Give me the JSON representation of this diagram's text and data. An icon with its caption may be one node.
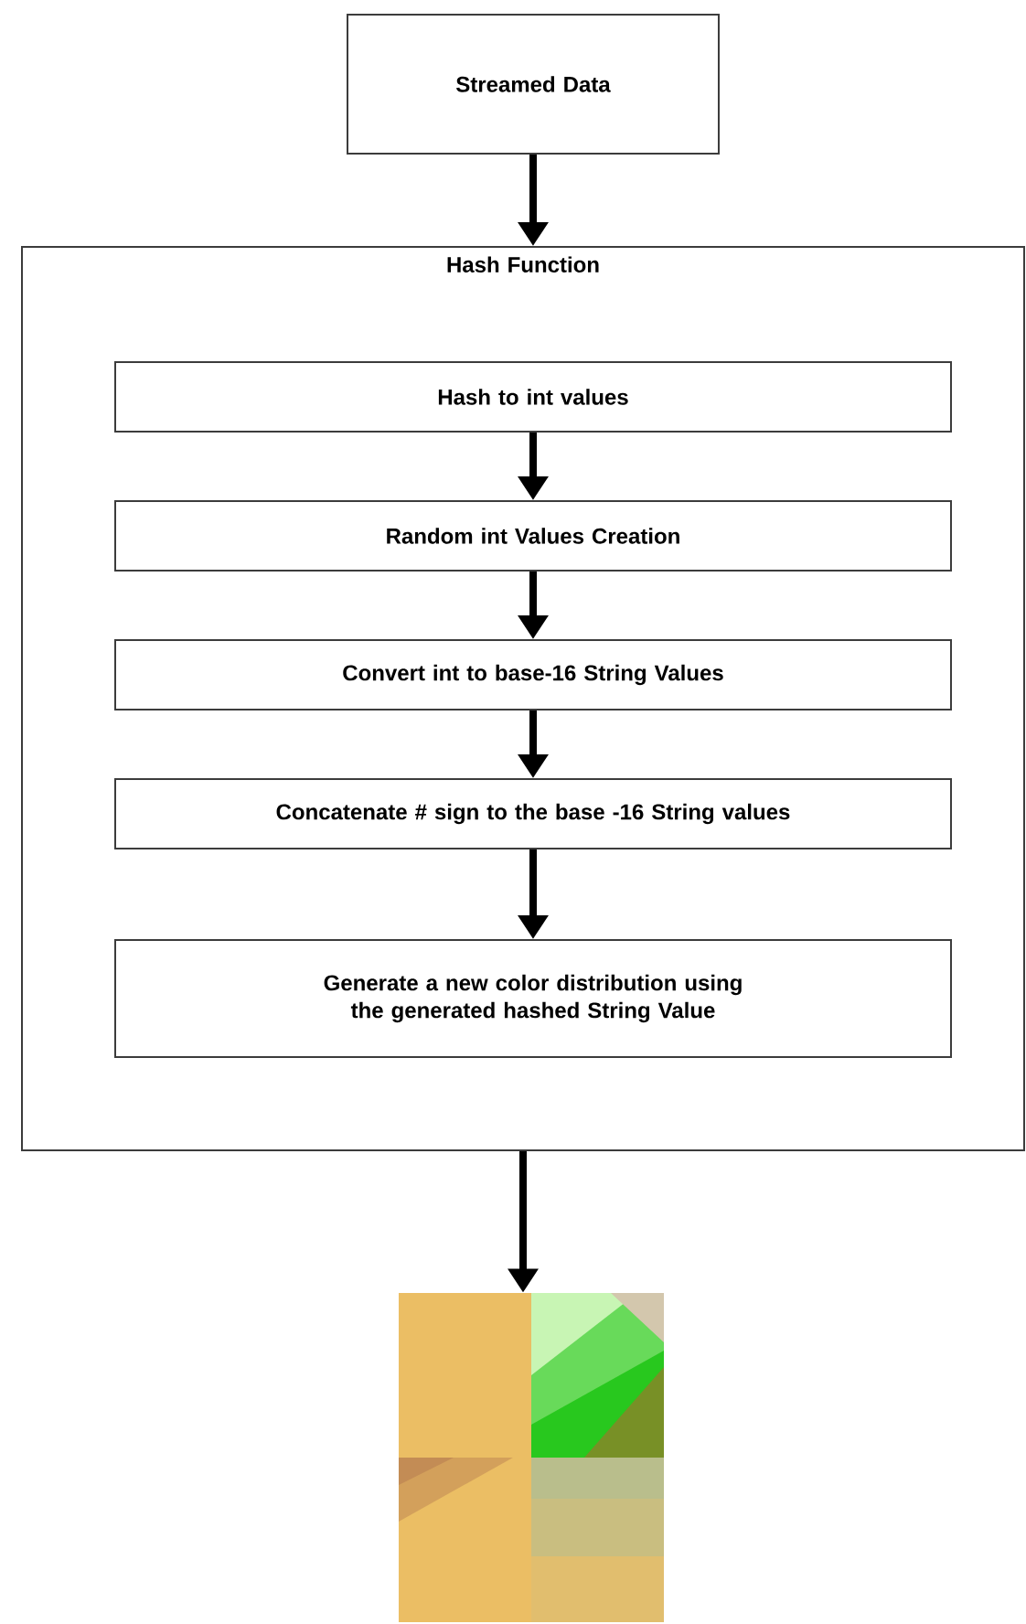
{
  "diagram": {
    "nodes": [
      {
        "text": [
          "Streamed Data"
        ]
      },
      {
        "text": [
          "Hash Function"
        ]
      },
      {
        "text": [
          "Hash to int values"
        ],
        "in": 1
      },
      {
        "text": [
          "Random int Values Creation"
        ],
        "in": 1
      },
      {
        "text": [
          "Convert int to base-16 String Values"
        ],
        "in": 1
      },
      {
        "text": [
          "Concatenate # sign to the base -16 String values"
        ],
        "in": 1
      },
      {
        "text": [
          "Generate a new color distribution using the generated hashed String Value"
        ],
        "in": 1
      },
      {
        "text": [],
        "shape": "picture"
      }
    ],
    "edges": [
      {
        "from": 0,
        "to": 1,
        "arrow": "to"
      },
      {
        "from": 2,
        "to": 3,
        "arrow": "to"
      },
      {
        "from": 3,
        "to": 4,
        "arrow": "to"
      },
      {
        "from": 4,
        "to": 5,
        "arrow": "to"
      },
      {
        "from": 5,
        "to": 6,
        "arrow": "to"
      },
      {
        "from": 1,
        "to": 7,
        "arrow": "to"
      }
    ]
  }
}
